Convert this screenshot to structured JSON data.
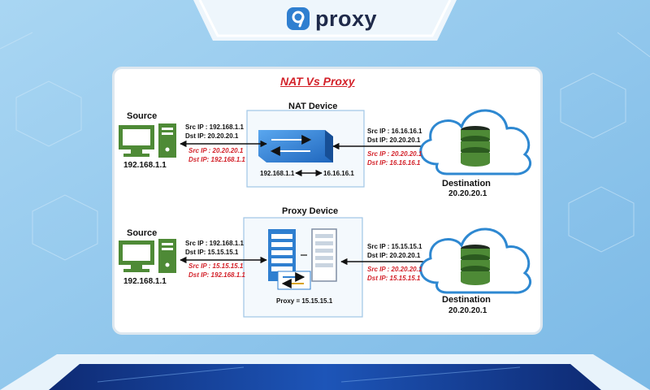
{
  "brand": {
    "name": "proxy"
  },
  "colors": {
    "accent_red": "#d3222a",
    "computer_green": "#4e8a36",
    "device_blue": "#2f7fd0",
    "cloud_blue": "#2e88d1",
    "background": "#8fc6ec"
  },
  "diagram": {
    "title": "NAT Vs Proxy",
    "nat": {
      "device_label": "NAT Device",
      "source_label": "Source",
      "source_ip": "192.168.1.1",
      "left_req": [
        "Src IP : 192.168.1.1",
        "Dst IP: 20.20.20.1"
      ],
      "left_resp": [
        "Src IP : 20.20.20.1",
        "Dst IP: 192.168.1.1"
      ],
      "right_req": [
        "Src IP : 16.16.16.1",
        "Dst IP: 20.20.20.1"
      ],
      "right_resp": [
        "Src IP : 20.20.20.1",
        "Dst IP: 16.16.16.1"
      ],
      "mapping_left": "192.168.1.1",
      "mapping_right": "16.16.16.1",
      "destination_label": "Destination",
      "destination_ip": "20.20.20.1"
    },
    "proxy": {
      "device_label": "Proxy Device",
      "source_label": "Source",
      "source_ip": "192.168.1.1",
      "left_req": [
        "Src IP : 192.168.1.1",
        "Dst IP: 15.15.15.1"
      ],
      "left_resp": [
        "Src IP : 15.15.15.1",
        "Dst IP: 192.168.1.1"
      ],
      "right_req": [
        "Src IP : 15.15.15.1",
        "Dst IP: 20.20.20.1"
      ],
      "right_resp": [
        "Src IP : 20.20.20.1",
        "Dst IP: 15.15.15.1"
      ],
      "proxy_ip": "Proxy = 15.15.15.1",
      "destination_label": "Destination",
      "destination_ip": "20.20.20.1"
    }
  }
}
